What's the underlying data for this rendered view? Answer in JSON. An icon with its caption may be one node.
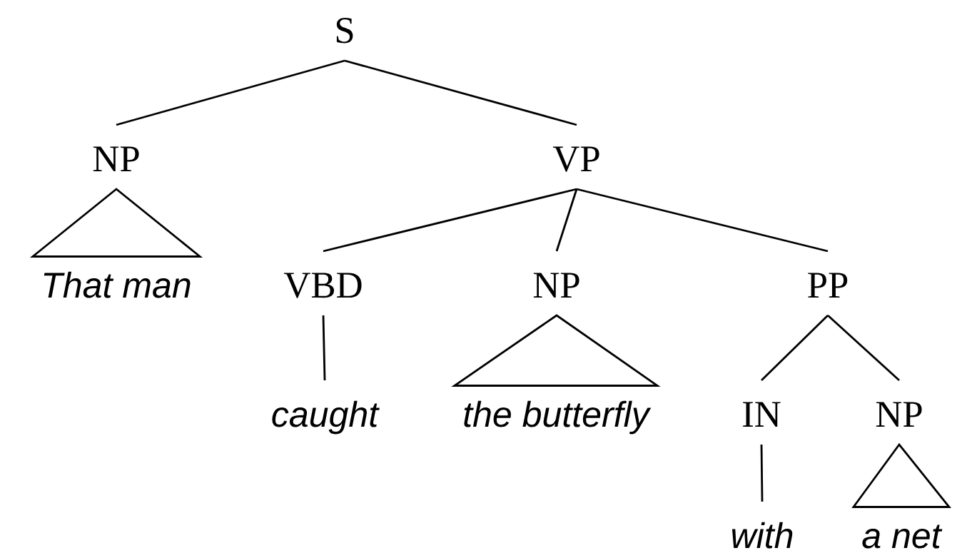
{
  "diagram": {
    "nodes": [
      {
        "text": [
          "S"
        ]
      },
      {
        "text": [
          "NP"
        ]
      },
      {
        "text": [
          "VP"
        ]
      },
      {
        "text": [
          "That man"
        ]
      },
      {
        "text": [
          "VBD"
        ]
      },
      {
        "text": [
          "NP"
        ]
      },
      {
        "text": [
          "PP"
        ]
      },
      {
        "text": [
          "caught"
        ]
      },
      {
        "text": [
          "the butterfly"
        ]
      },
      {
        "text": [
          "IN"
        ]
      },
      {
        "text": [
          "NP"
        ]
      },
      {
        "text": [
          "with"
        ]
      },
      {
        "text": [
          "a net"
        ]
      }
    ],
    "edges": [
      {
        "from": 0,
        "to": 1,
        "arrow": "none"
      },
      {
        "from": 0,
        "to": 2,
        "arrow": "none"
      },
      {
        "from": 1,
        "to": 3,
        "arrow": "none"
      },
      {
        "from": 2,
        "to": 4,
        "arrow": "none"
      },
      {
        "from": 2,
        "to": 5,
        "arrow": "none"
      },
      {
        "from": 2,
        "to": 6,
        "arrow": "none"
      },
      {
        "from": 4,
        "to": 7,
        "arrow": "none"
      },
      {
        "from": 5,
        "to": 8,
        "arrow": "none"
      },
      {
        "from": 6,
        "to": 9,
        "arrow": "none"
      },
      {
        "from": 6,
        "to": 10,
        "arrow": "none"
      },
      {
        "from": 9,
        "to": 11,
        "arrow": "none"
      },
      {
        "from": 10,
        "to": 12,
        "arrow": "none"
      }
    ]
  }
}
